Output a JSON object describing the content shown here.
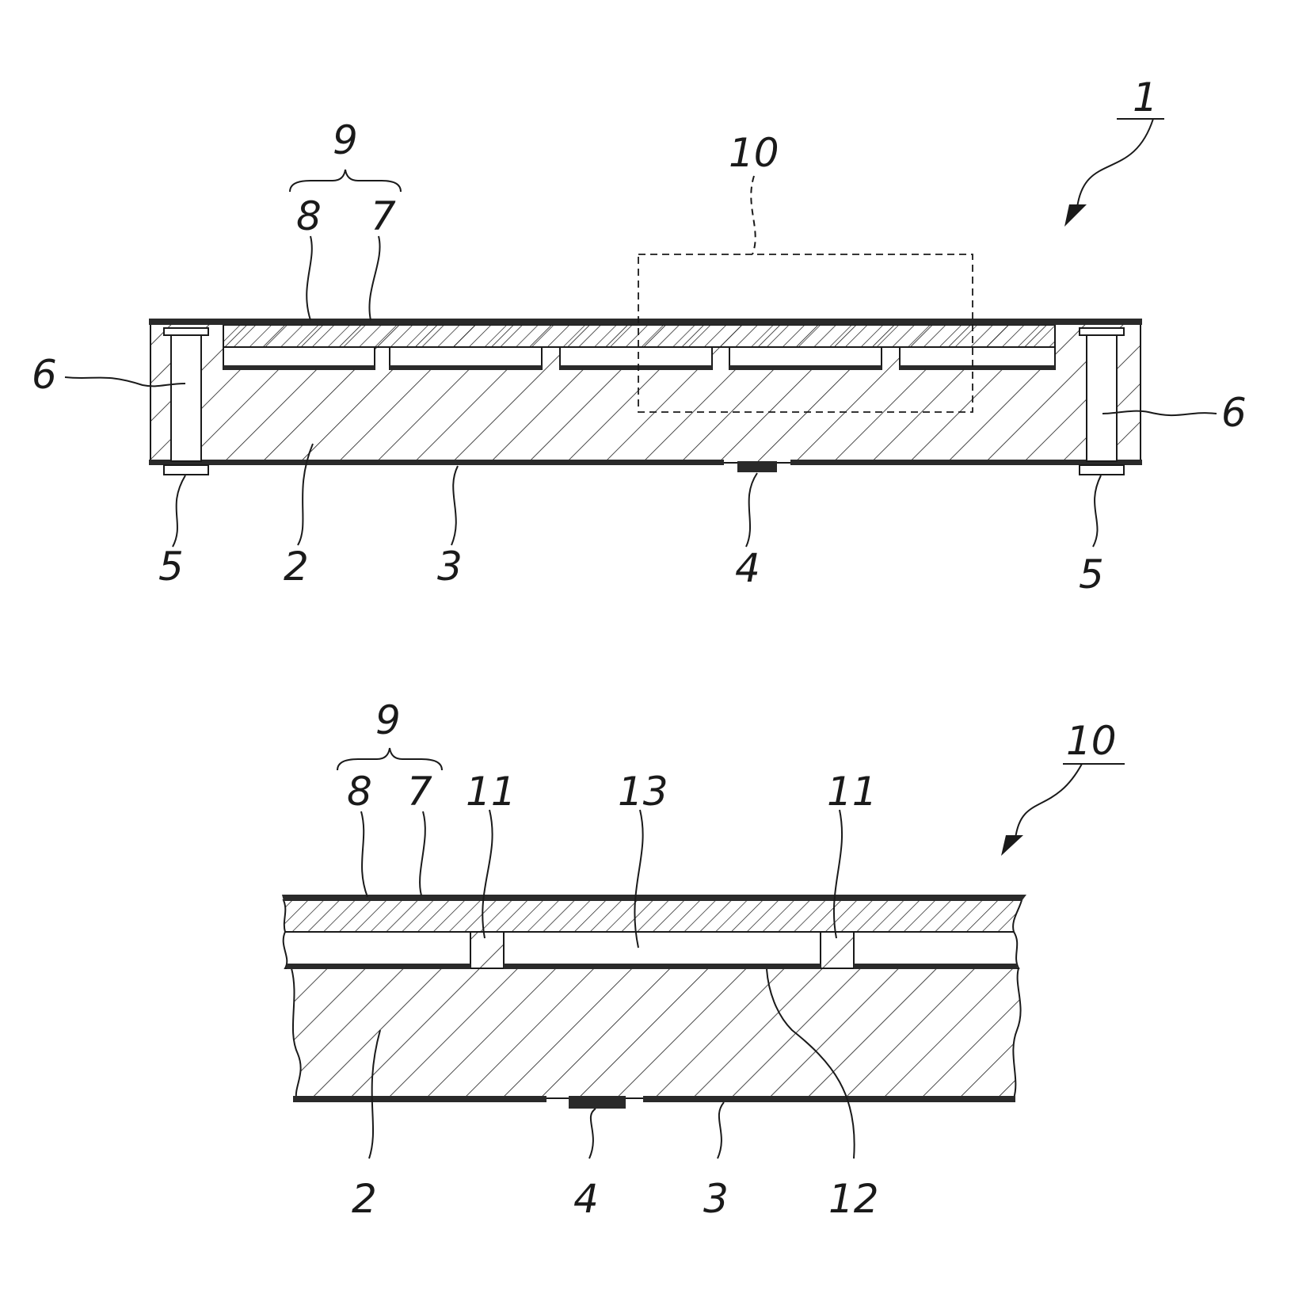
{
  "figure_top": {
    "ref_main": "1",
    "labels": {
      "group": "9",
      "layer_top": "7",
      "layer_upper": "8",
      "detail_box": "10",
      "via_left": "6",
      "via_right": "6",
      "pad_left": "5",
      "pad_right": "5",
      "substrate": "2",
      "bottom_film": "3",
      "center_pad": "4"
    }
  },
  "figure_bottom": {
    "ref_main": "10",
    "labels": {
      "group": "9",
      "layer_upper": "8",
      "layer_top": "7",
      "gap_left": "11",
      "cavity": "13",
      "gap_right": "11",
      "substrate": "2",
      "center_pad": "4",
      "bottom_film": "3",
      "cavity_floor": "12"
    }
  }
}
